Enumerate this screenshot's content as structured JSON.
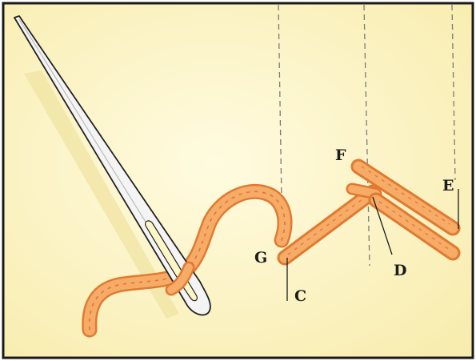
{
  "diagram": {
    "labels": {
      "f": "F",
      "e": "E",
      "g": "G",
      "d": "D",
      "c": "C"
    }
  },
  "colors": {
    "background": "#fdf6c6",
    "frame": "#1a1a1a",
    "thread": "#f4a15a",
    "thread_dark": "#e07a32",
    "guide_line": "#7a7a7a",
    "needle": "#f2f2f2",
    "needle_outline": "#222222"
  }
}
